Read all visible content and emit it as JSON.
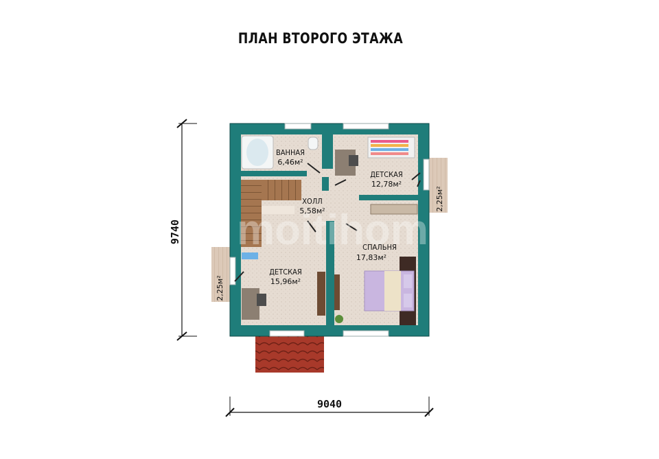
{
  "title": "ПЛАН ВТОРОГО ЭТАЖА",
  "dimensions": {
    "width": "9040",
    "height": "9740"
  },
  "watermark": "moitihome",
  "rooms": [
    {
      "name": "ВАННАЯ",
      "area": "6,46м²"
    },
    {
      "name": "ДЕТСКАЯ",
      "area": "12,78м²"
    },
    {
      "name": "ХОЛЛ",
      "area": "5,58м²"
    },
    {
      "name": "СПАЛЬНЯ",
      "area": "17,83м²"
    },
    {
      "name": "ДЕТСКАЯ",
      "area": "15,96м²"
    }
  ],
  "balconies": [
    {
      "area": "2,25м²"
    },
    {
      "area": "2,25м²"
    }
  ],
  "colors": {
    "wall": "#1f7d7a",
    "floor": "#e6dcd2",
    "roof": "#a8392a",
    "deck": "#d9c8b8"
  }
}
